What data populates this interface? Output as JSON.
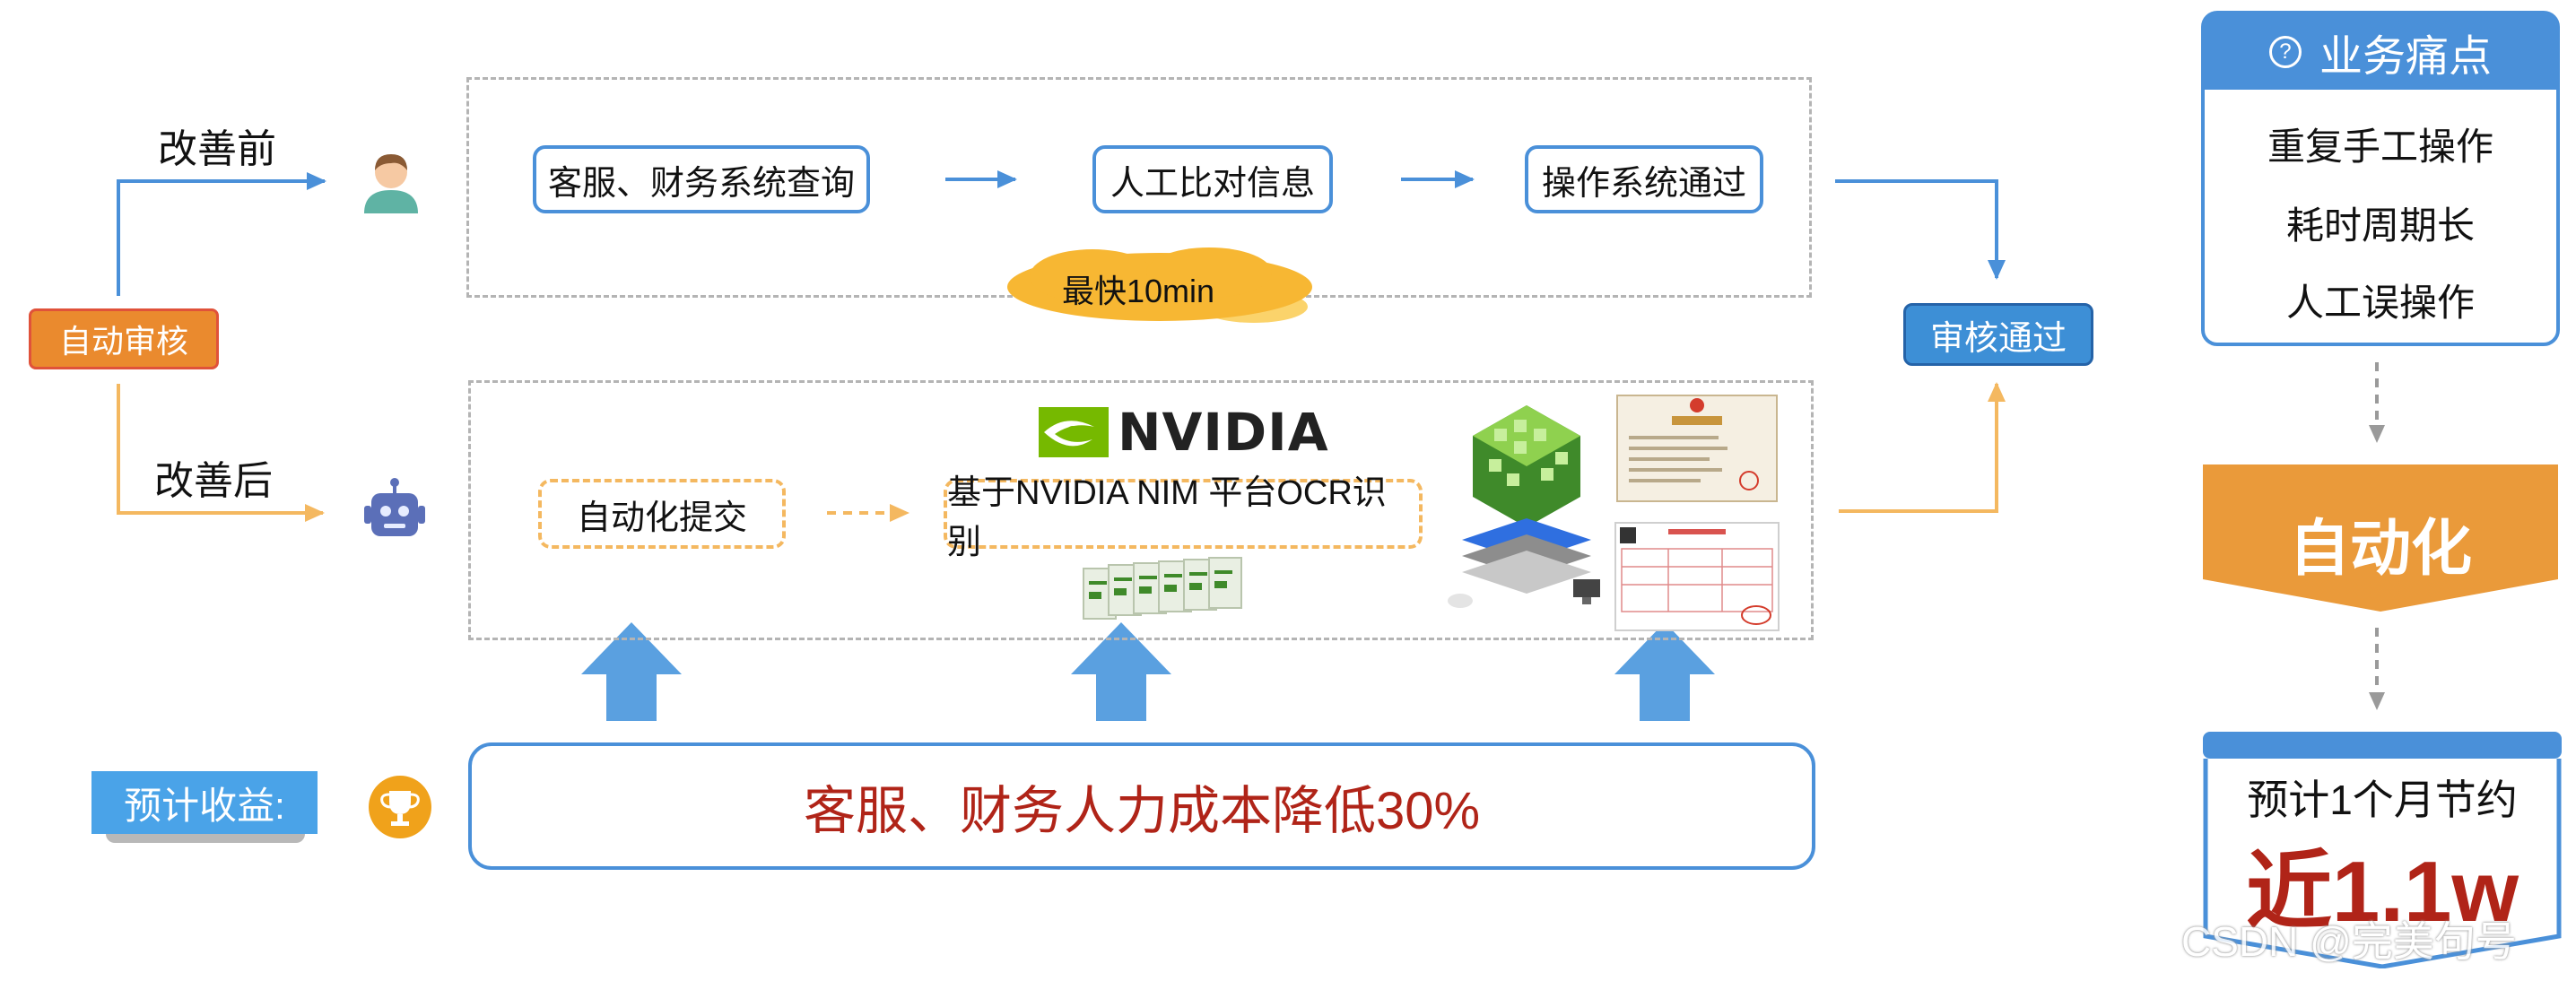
{
  "flow": {
    "before_label": "改善前",
    "after_label": "改善后",
    "start_node": "自动审核",
    "before_steps": [
      "客服、财务系统查询",
      "人工比对信息",
      "操作系统通过"
    ],
    "cloud_note": "最快10min",
    "after_steps": [
      "自动化提交",
      "基于NVIDIA NIM 平台OCR识别"
    ],
    "brand": "NVIDIA",
    "result_node": "审核通过"
  },
  "benefit": {
    "label": "预计收益:",
    "text": "客服、财务人力成本降低30%"
  },
  "pain_points": {
    "title": "业务痛点",
    "items": [
      "重复手工操作",
      "耗时周期长",
      "人工误操作"
    ]
  },
  "automation": {
    "label": "自动化"
  },
  "savings": {
    "line1": "预计1个月节约",
    "line2": "近1.1w"
  },
  "watermark": "CSDN @完美句号",
  "colors": {
    "blue": "#4a90d9",
    "orange": "#f4b860",
    "red": "#b02418",
    "green": "#76b900"
  },
  "icons": [
    "person-icon",
    "robot-icon",
    "trophy-icon",
    "nvidia-logo-icon",
    "question-icon",
    "gpu-stack-icon",
    "document-icon"
  ]
}
